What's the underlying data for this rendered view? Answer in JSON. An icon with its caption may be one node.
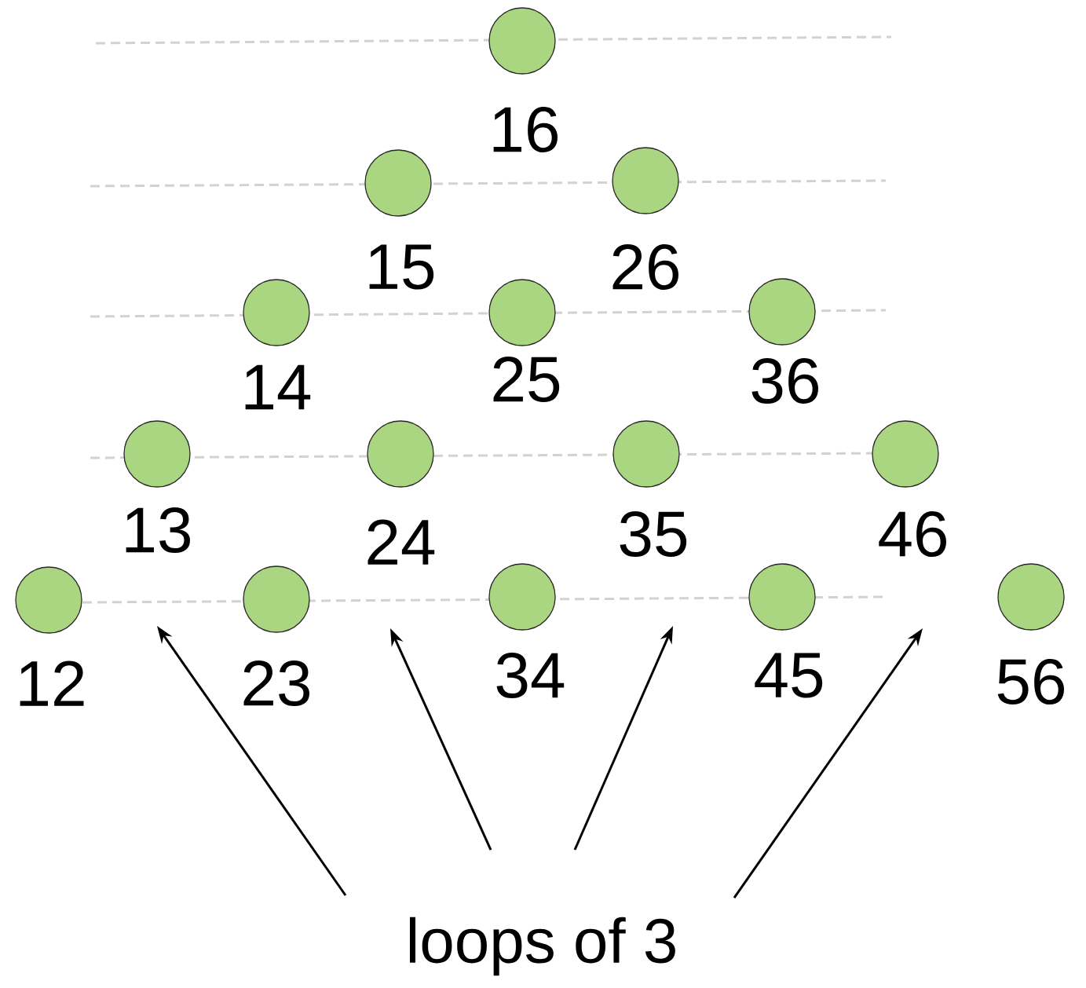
{
  "diagram": {
    "nodes": [
      {
        "text": [],
        "shape": "circle",
        "beside": [
          "16"
        ]
      },
      {
        "text": [],
        "shape": "circle",
        "beside": [
          "15"
        ]
      },
      {
        "text": [],
        "shape": "circle",
        "beside": [
          "26"
        ]
      },
      {
        "text": [],
        "shape": "circle",
        "beside": [
          "14"
        ]
      },
      {
        "text": [],
        "shape": "circle",
        "beside": [
          "25"
        ]
      },
      {
        "text": [],
        "shape": "circle",
        "beside": [
          "36"
        ]
      },
      {
        "text": [],
        "shape": "circle",
        "beside": [
          "13"
        ]
      },
      {
        "text": [],
        "shape": "circle",
        "beside": [
          "24"
        ]
      },
      {
        "text": [],
        "shape": "circle",
        "beside": [
          "35"
        ]
      },
      {
        "text": [],
        "shape": "circle",
        "beside": [
          "46"
        ]
      },
      {
        "text": [],
        "shape": "circle",
        "beside": [
          "12"
        ]
      },
      {
        "text": [],
        "shape": "circle",
        "beside": [
          "23"
        ]
      },
      {
        "text": [],
        "shape": "circle",
        "beside": [
          "34"
        ]
      },
      {
        "text": [],
        "shape": "circle",
        "beside": [
          "45"
        ]
      },
      {
        "text": [],
        "shape": "circle",
        "beside": [
          "56"
        ]
      },
      {
        "text": [
          "loops of 3"
        ]
      }
    ],
    "edges": [
      {
        "from": 15,
        "to": null,
        "arrow": "to"
      },
      {
        "from": 15,
        "to": null,
        "arrow": "to"
      },
      {
        "from": 15,
        "to": null,
        "arrow": "to"
      },
      {
        "from": 15,
        "to": null,
        "arrow": "to"
      }
    ]
  }
}
